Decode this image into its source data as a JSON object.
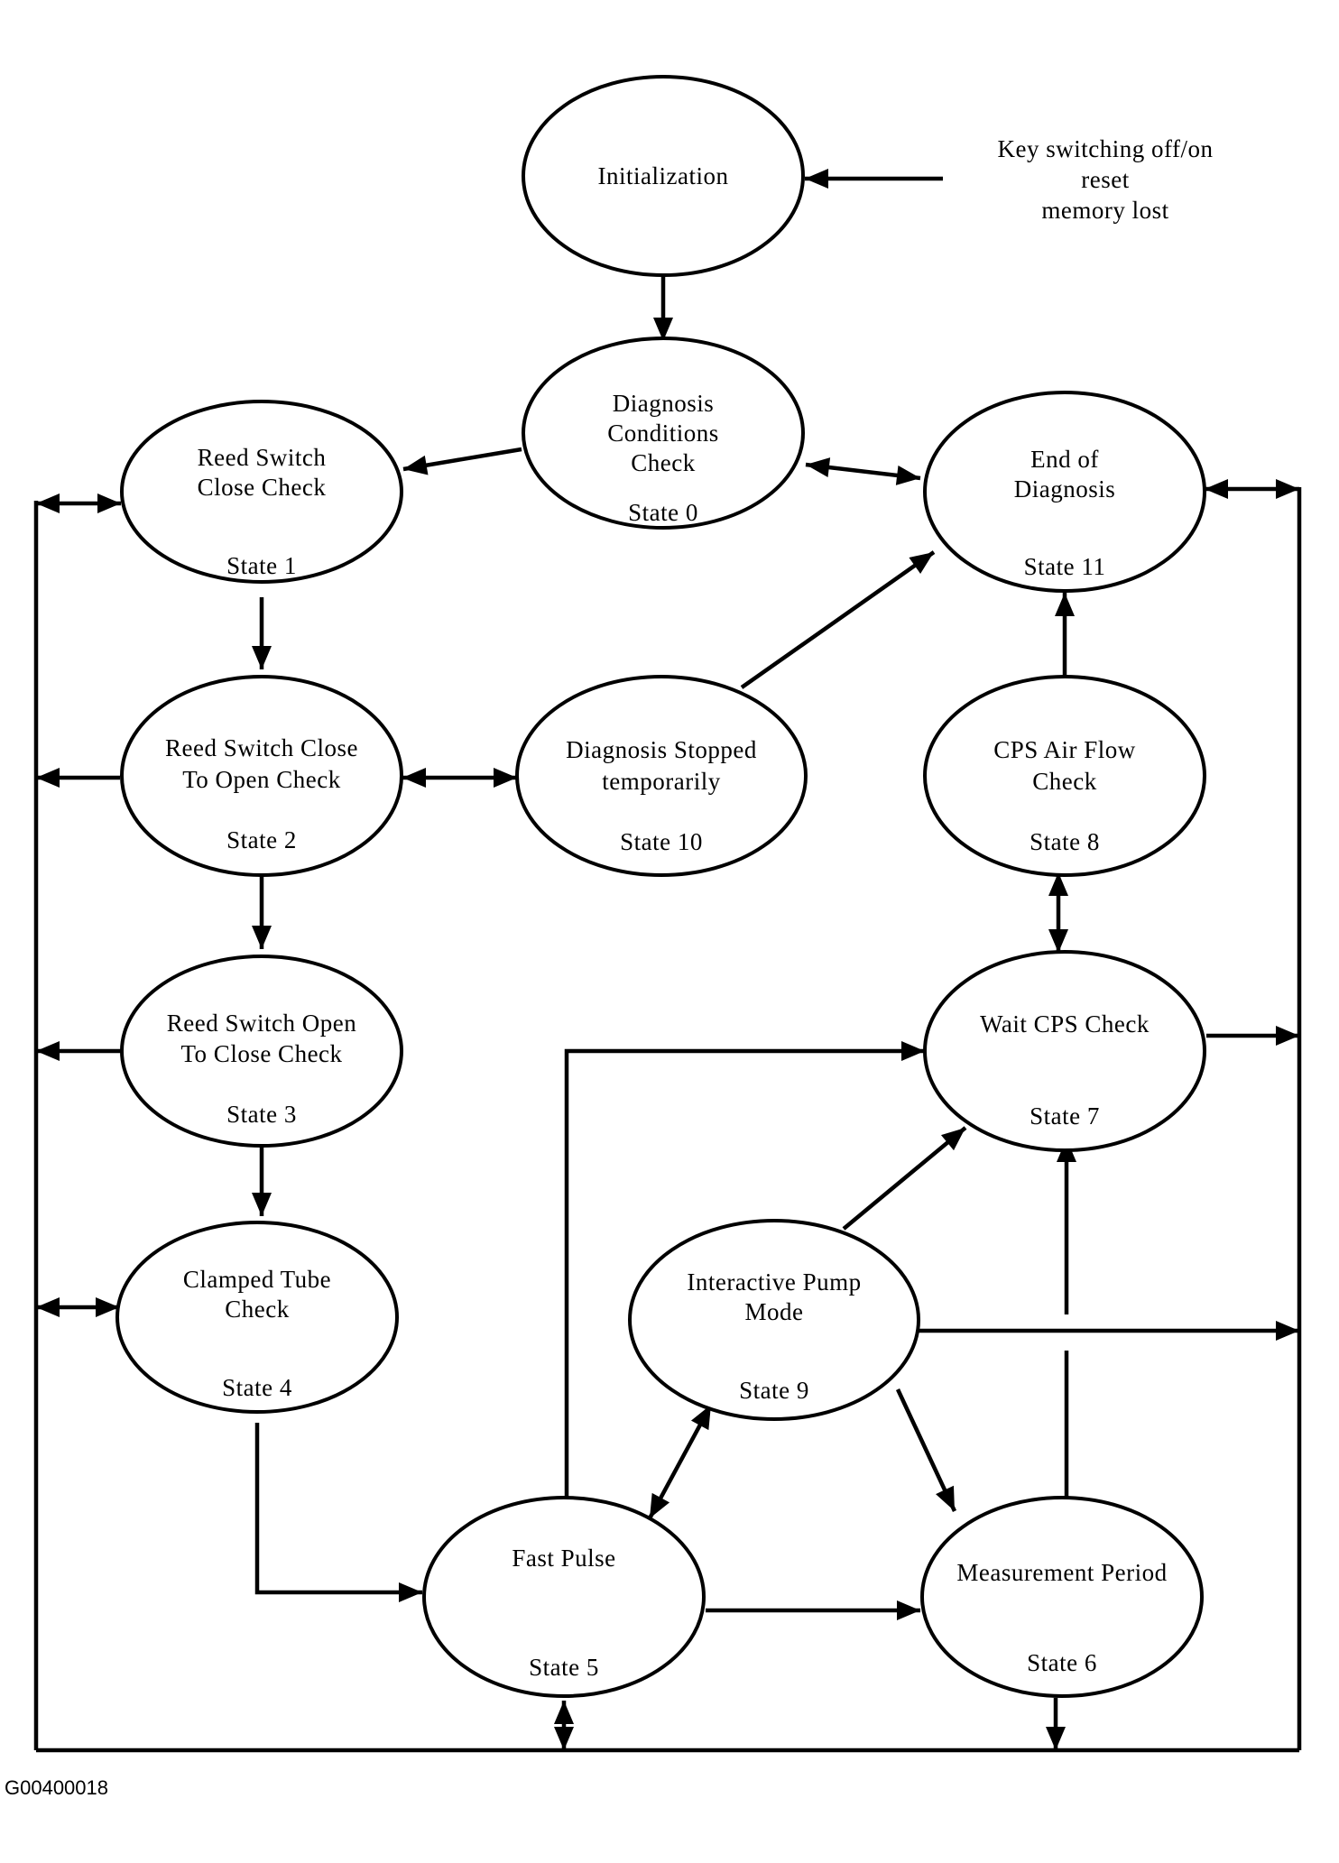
{
  "diagram": {
    "nodes": [
      {
        "id": "initialization",
        "lines": [
          "Initialization"
        ],
        "state": ""
      },
      {
        "id": "state-0",
        "lines": [
          "Diagnosis",
          "Conditions",
          "Check"
        ],
        "state": "State 0"
      },
      {
        "id": "state-1",
        "lines": [
          "Reed Switch",
          "Close Check"
        ],
        "state": "State 1"
      },
      {
        "id": "state-11",
        "lines": [
          "End of",
          "Diagnosis"
        ],
        "state": "State 11"
      },
      {
        "id": "state-2",
        "lines": [
          "Reed Switch Close",
          "To Open  Check"
        ],
        "state": "State 2"
      },
      {
        "id": "state-10",
        "lines": [
          "Diagnosis Stopped",
          "temporarily"
        ],
        "state": "State 10"
      },
      {
        "id": "state-8",
        "lines": [
          "CPS Air Flow",
          "Check"
        ],
        "state": "State 8"
      },
      {
        "id": "state-3",
        "lines": [
          "Reed Switch Open",
          "To Close Check"
        ],
        "state": "State 3"
      },
      {
        "id": "state-7",
        "lines": [
          "Wait CPS Check"
        ],
        "state": "State 7"
      },
      {
        "id": "state-4",
        "lines": [
          "Clamped Tube",
          "Check"
        ],
        "state": "State 4"
      },
      {
        "id": "state-9",
        "lines": [
          "Interactive Pump",
          "Mode"
        ],
        "state": "State 9"
      },
      {
        "id": "state-5",
        "lines": [
          "Fast Pulse"
        ],
        "state": "State 5"
      },
      {
        "id": "state-6",
        "lines": [
          "Measurement Period"
        ],
        "state": "State 6"
      }
    ],
    "reset_note": [
      "Key switching off/on",
      "reset",
      "memory lost"
    ],
    "figure_id": "G00400018"
  }
}
